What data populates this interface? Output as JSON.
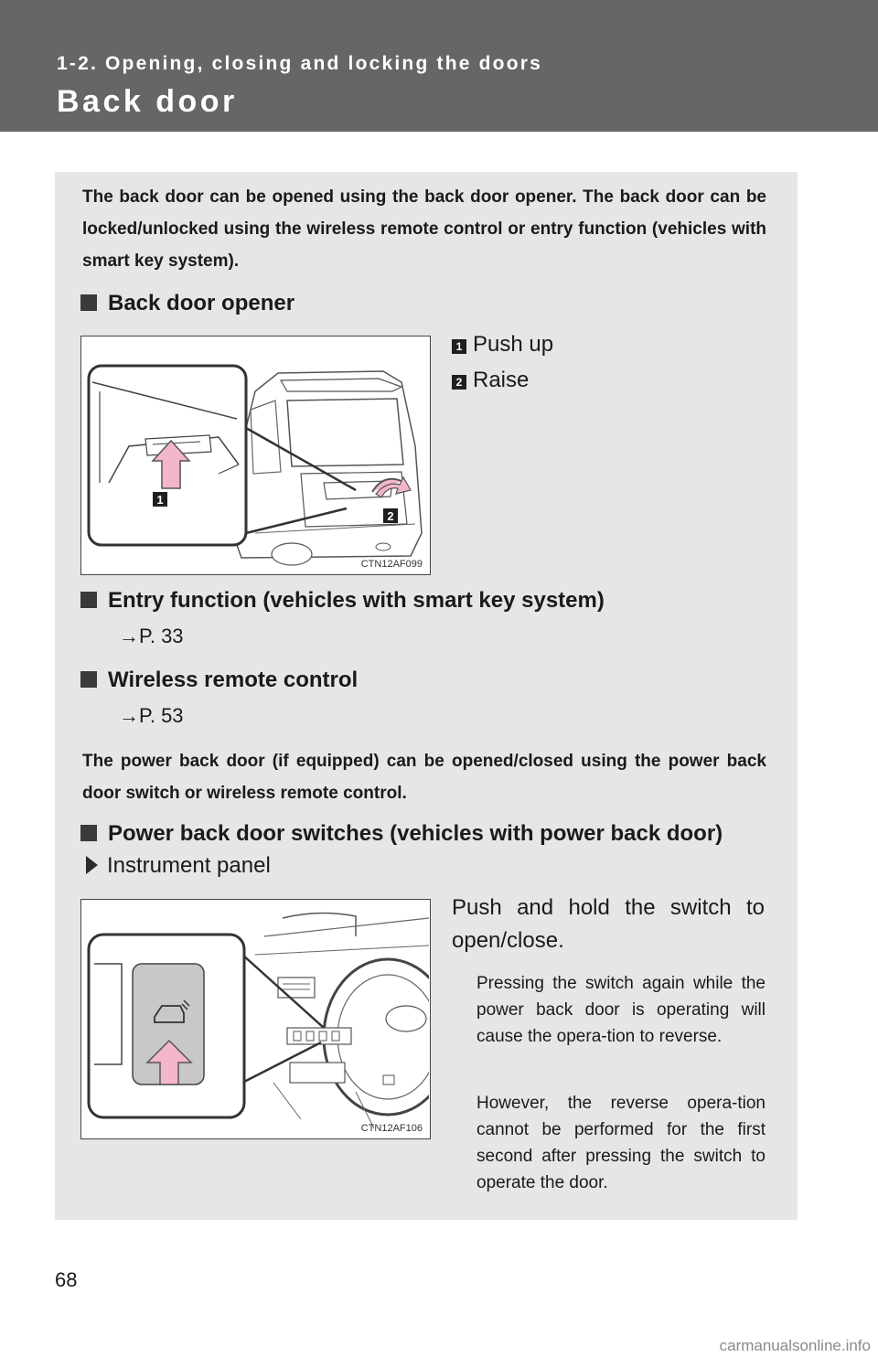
{
  "header": {
    "chapter": "1-2. Opening, closing and locking the doors",
    "title": "Back door"
  },
  "intro": "The back door can be opened using the back door opener. The back door can be locked/unlocked using the wireless remote control or entry function (vehicles with smart key system).",
  "opener": {
    "heading": "Back door opener",
    "figure_code": "CTN12AF099",
    "callouts": [
      {
        "num": "1",
        "text": "Push up"
      },
      {
        "num": "2",
        "text": "Raise"
      }
    ]
  },
  "entry": {
    "heading": "Entry function (vehicles with smart key system)",
    "ref": "→P. 33"
  },
  "wireless": {
    "heading": "Wireless remote control",
    "ref": "→P. 53"
  },
  "power_intro": "The power back door (if equipped) can be opened/closed using the power back door switch or wireless remote control.",
  "power": {
    "heading": "Power back door switches (vehicles with power back door)",
    "bullet": "Instrument panel",
    "figure_code": "CTN12AF106",
    "instruction": "Push and hold the switch to open/close.",
    "note1": "Pressing the switch again while the power back door is operating will cause the opera-tion to reverse.",
    "note2": "However, the reverse opera-tion cannot be performed for the first second after pressing the switch to operate the door."
  },
  "page_number": "68",
  "watermark": "carmanualsonline.info",
  "colors": {
    "header_bg": "#666666",
    "panel_bg": "#e6e6e6",
    "arrow_pink": "#f4b6cb"
  }
}
